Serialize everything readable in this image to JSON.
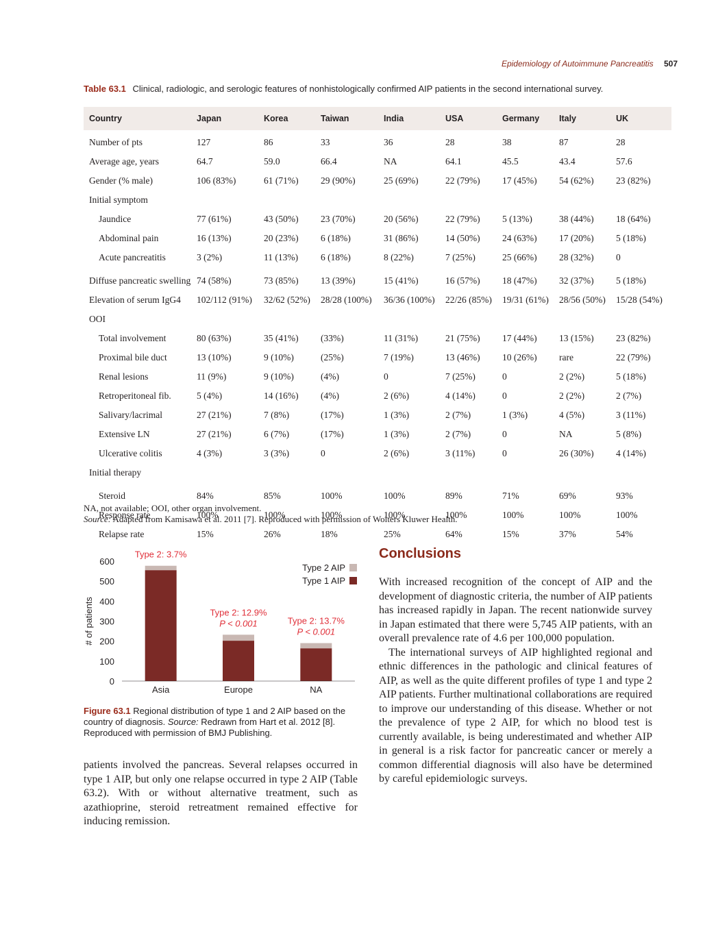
{
  "running_head": {
    "title": "Epidemiology of Autoimmune Pancreatitis",
    "page": "507"
  },
  "table": {
    "label": "Table 63.1",
    "caption": "Clinical, radiologic, and serologic features of nonhistologically confirmed AIP patients in the second international survey.",
    "columns": [
      "Country",
      "Japan",
      "Korea",
      "Taiwan",
      "India",
      "USA",
      "Germany",
      "Italy",
      "UK"
    ],
    "rows": [
      [
        "Number of pts",
        "127",
        "86",
        "33",
        "36",
        "28",
        "38",
        "87",
        "28"
      ],
      [
        "Average age, years",
        "64.7",
        "59.0",
        "66.4",
        "NA",
        "64.1",
        "45.5",
        "43.4",
        "57.6"
      ],
      [
        "Gender (% male)",
        "106 (83%)",
        "61 (71%)",
        "29 (90%)",
        "25 (69%)",
        "22 (79%)",
        "17 (45%)",
        "54 (62%)",
        "23 (82%)"
      ],
      [
        "Initial symptom",
        "",
        "",
        "",
        "",
        "",
        "",
        "",
        ""
      ],
      [
        "Jaundice",
        "77 (61%)",
        "43 (50%)",
        "23 (70%)",
        "20 (56%)",
        "22 (79%)",
        "5 (13%)",
        "38 (44%)",
        "18 (64%)"
      ],
      [
        "Abdominal pain",
        "16 (13%)",
        "20 (23%)",
        "6 (18%)",
        "31 (86%)",
        "14 (50%)",
        "24 (63%)",
        "17 (20%)",
        "5 (18%)"
      ],
      [
        "Acute pancreatitis",
        "3 (2%)",
        "11 (13%)",
        "6 (18%)",
        "8 (22%)",
        "7 (25%)",
        "25 (66%)",
        "28 (32%)",
        "0"
      ],
      [
        "Diffuse pancreatic swelling",
        "74 (58%)",
        "73 (85%)",
        "13 (39%)",
        "15 (41%)",
        "16 (57%)",
        "18 (47%)",
        "32 (37%)",
        "5 (18%)"
      ],
      [
        "Elevation of serum IgG4",
        "102/112 (91%)",
        "32/62 (52%)",
        "28/28 (100%)",
        "36/36 (100%)",
        "22/26 (85%)",
        "19/31 (61%)",
        "28/56 (50%)",
        "15/28 (54%)"
      ],
      [
        "OOI",
        "",
        "",
        "",
        "",
        "",
        "",
        "",
        ""
      ],
      [
        "Total involvement",
        "80 (63%)",
        "35 (41%)",
        "(33%)",
        "11 (31%)",
        "21 (75%)",
        "17 (44%)",
        "13 (15%)",
        "23 (82%)"
      ],
      [
        "Proximal bile duct",
        "13 (10%)",
        "9 (10%)",
        "(25%)",
        "7 (19%)",
        "13 (46%)",
        "10 (26%)",
        "rare",
        "22 (79%)"
      ],
      [
        "Renal lesions",
        "11 (9%)",
        "9 (10%)",
        "(4%)",
        "0",
        "7 (25%)",
        "0",
        "2 (2%)",
        "5 (18%)"
      ],
      [
        "Retroperitoneal fib.",
        "5 (4%)",
        "14 (16%)",
        "(4%)",
        "2 (6%)",
        "4 (14%)",
        "0",
        "2 (2%)",
        "2 (7%)"
      ],
      [
        "Salivary/lacrimal",
        "27 (21%)",
        "7 (8%)",
        "(17%)",
        "1 (3%)",
        "2 (7%)",
        "1 (3%)",
        "4 (5%)",
        "3 (11%)"
      ],
      [
        "Extensive LN",
        "27 (21%)",
        "6 (7%)",
        "(17%)",
        "1 (3%)",
        "2 (7%)",
        "0",
        "NA",
        "5 (8%)"
      ],
      [
        "Ulcerative colitis",
        "4 (3%)",
        "3 (3%)",
        "0",
        "2 (6%)",
        "3 (11%)",
        "0",
        "26 (30%)",
        "4 (14%)"
      ],
      [
        "Initial therapy",
        "",
        "",
        "",
        "",
        "",
        "",
        "",
        ""
      ],
      [
        "Steroid",
        "84%",
        "85%",
        "100%",
        "100%",
        "89%",
        "71%",
        "69%",
        "93%"
      ],
      [
        "Response rate",
        "100%",
        "100%",
        "100%",
        "100%",
        "100%",
        "100%",
        "100%",
        "100%"
      ],
      [
        "Relapse rate",
        "15%",
        "26%",
        "18%",
        "25%",
        "64%",
        "15%",
        "37%",
        "54%"
      ]
    ],
    "note": "NA, not available; OOI, other organ involvement.",
    "source_label": "Source:",
    "source_text": "Adapted from Kamisawa et al. 2011 [7]. Reproduced with permission of Wolters Kluwer Health."
  },
  "chart_data": {
    "type": "bar",
    "categories": [
      "Asia",
      "Europe",
      "NA"
    ],
    "series": [
      {
        "name": "Type 1 AIP",
        "values": [
          555,
          202,
          164
        ]
      },
      {
        "name": "Type 2 AIP",
        "values": [
          22,
          30,
          26
        ]
      }
    ],
    "ylabel": "# of patients",
    "ylim": [
      0,
      600
    ],
    "yticks": [
      0,
      100,
      200,
      300,
      400,
      500,
      600
    ],
    "legend": "top-right",
    "annotations": [
      {
        "category": "Asia",
        "lines": [
          "Type 2: 3.7%"
        ]
      },
      {
        "category": "Europe",
        "lines": [
          "Type 2: 12.9%",
          "P < 0.001"
        ]
      },
      {
        "category": "NA",
        "lines": [
          "Type 2: 13.7%",
          "P < 0.001"
        ]
      }
    ],
    "colors": {
      "type1": "#7b2a26",
      "type2": "#c9b8b3",
      "annotation": "#e0303a"
    }
  },
  "figure": {
    "label": "Figure 63.1",
    "caption_text": "Regional distribution of type 1 and 2 AIP based on the country of diagnosis.",
    "source_label": "Source:",
    "source_text": "Redrawn from Hart et al. 2012 [8]. Reproduced with permission of BMJ Publishing."
  },
  "left_text": "patients involved the pancreas. Several relapses occurred in type 1 AIP, but only one relapse occurred in type 2 AIP (Table 63.2). With or without alternative treatment, such as azathioprine, steroid retreatment remained effective for inducing remission.",
  "conclusions": {
    "heading": "Conclusions",
    "paragraphs": [
      "With increased recognition of the concept of AIP and the development of diagnostic criteria, the number of AIP patients has increased rapidly in Japan. The recent nationwide survey in Japan estimated that there were 5,745 AIP patients, with an overall prevalence rate of 4.6 per 100,000 population.",
      "The international surveys of AIP highlighted regional and ethnic differences in the pathologic and clinical features of AIP, as well as the quite different profiles of type 1 and type 2 AIP patients. Further multinational collaborations are required to improve our understanding of this disease. Whether or not the prevalence of type 2 AIP, for which no blood test is currently available, is being underestimated and whether AIP in general is a risk factor for pancreatic cancer or merely a common differential diagnosis will also have be determined by careful epidemiologic surveys."
    ]
  }
}
